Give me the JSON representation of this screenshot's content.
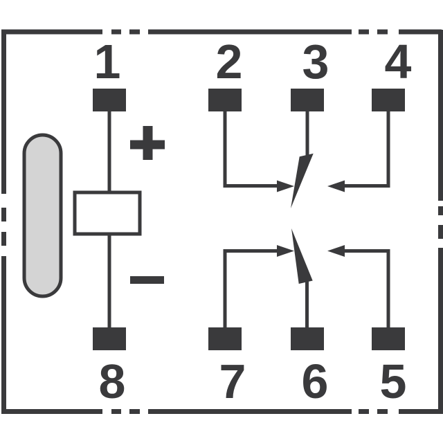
{
  "schematic": {
    "pins": {
      "top": [
        {
          "label": "1"
        },
        {
          "label": "2"
        },
        {
          "label": "3"
        },
        {
          "label": "4"
        }
      ],
      "bottom": [
        {
          "label": "8"
        },
        {
          "label": "7"
        },
        {
          "label": "6"
        },
        {
          "label": "5"
        }
      ]
    },
    "coil_polarity": {
      "positive": "+",
      "negative": "−"
    },
    "colors": {
      "ink": "#3a3a3c",
      "armature_fill": "#d4d4d4",
      "coil_fill": "#ffffff",
      "background": "#ffffff"
    }
  }
}
